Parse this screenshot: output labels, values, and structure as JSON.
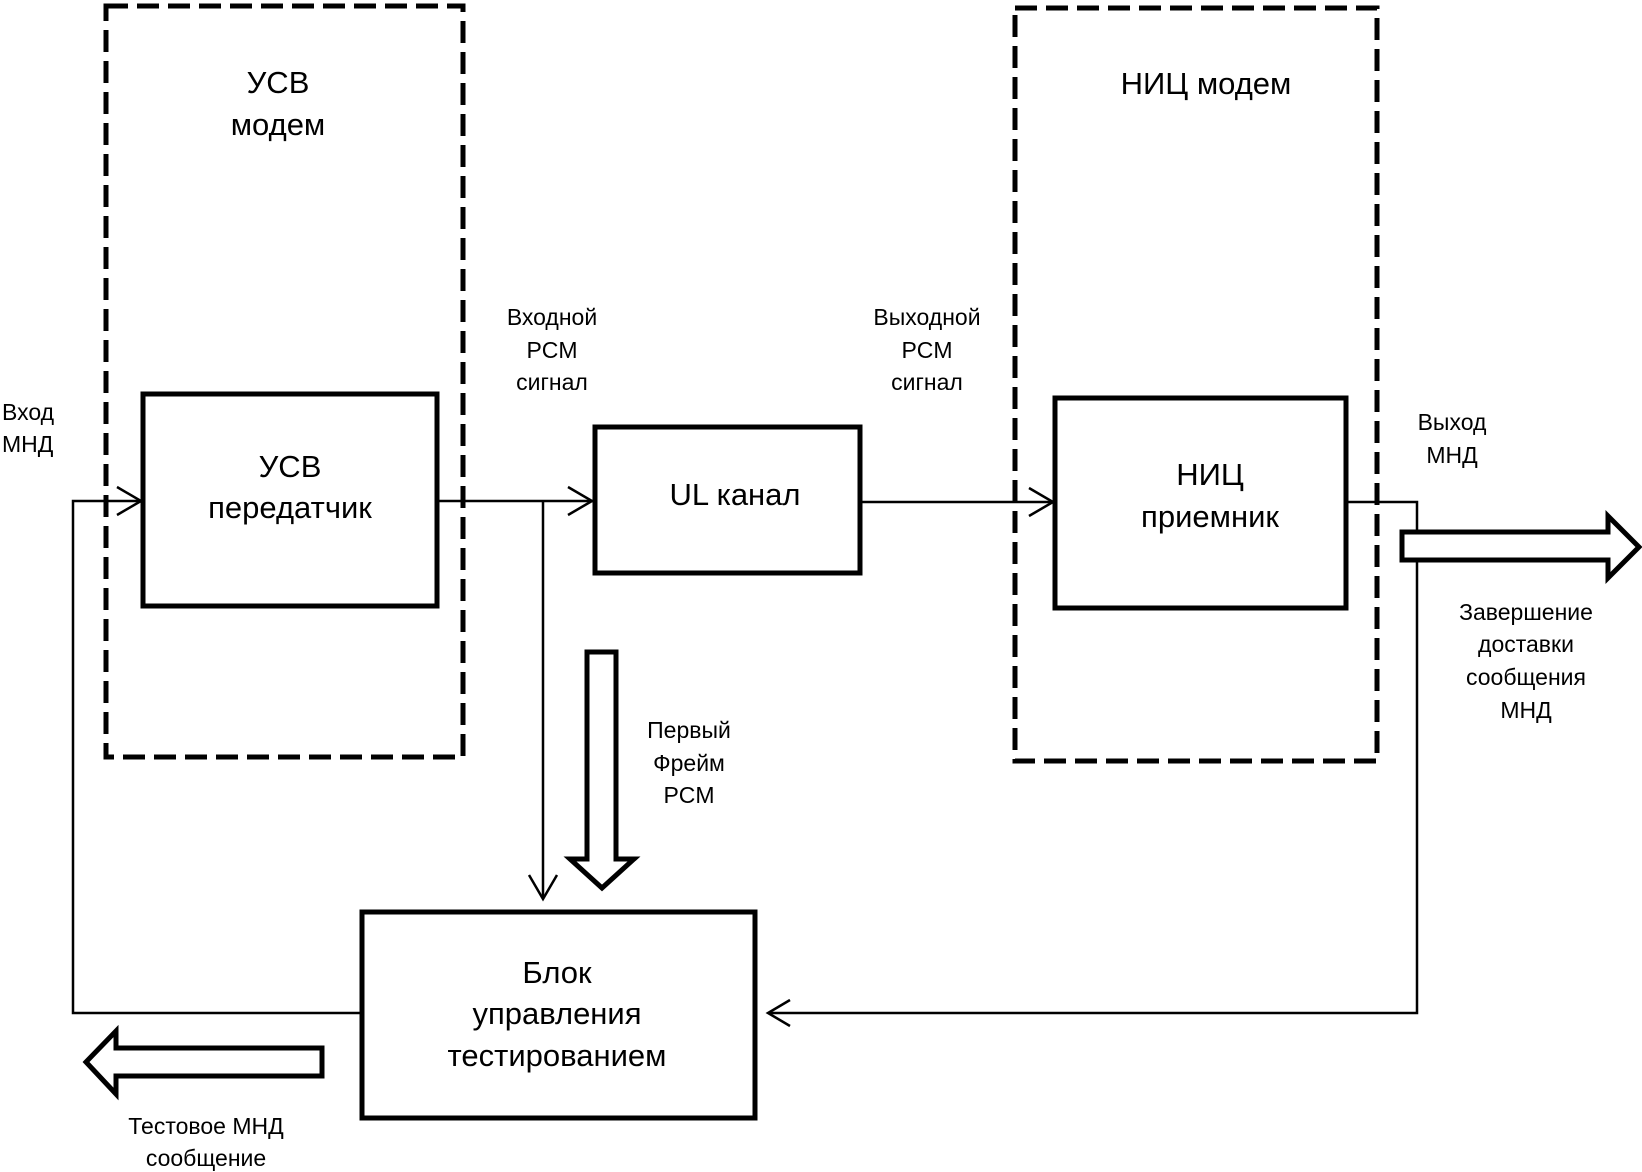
{
  "diagram": {
    "usv_modem": {
      "label_lines": [
        "УСВ",
        "модем"
      ]
    },
    "nic_modem": {
      "label": "НИЦ модем"
    },
    "usv_transmitter": {
      "label_lines": [
        "УСВ",
        "передатчик"
      ]
    },
    "ul_channel": {
      "label": "UL канал"
    },
    "nic_receiver": {
      "label_lines": [
        "НИЦ",
        "приемник"
      ]
    },
    "test_control_block": {
      "label_lines": [
        "Блок",
        "управления",
        "тестированием"
      ]
    },
    "labels": {
      "input_mnd": [
        "Вход",
        "МНД"
      ],
      "input_pcm_signal": [
        "Входной",
        "PCM",
        "сигнал"
      ],
      "output_pcm_signal": [
        "Выходной",
        "PCM",
        "сигнал"
      ],
      "output_mnd": [
        "Выход",
        "МНД"
      ],
      "first_pcm_frame": [
        "Первый",
        "Фрейм",
        "PCM"
      ],
      "delivery_complete": [
        "Завершение",
        "доставки",
        "сообщения",
        "МНД"
      ],
      "test_mnd_message": [
        "Тестовое МНД",
        "сообщение"
      ]
    },
    "colors": {
      "stroke": "#000000",
      "background": "#ffffff"
    }
  }
}
